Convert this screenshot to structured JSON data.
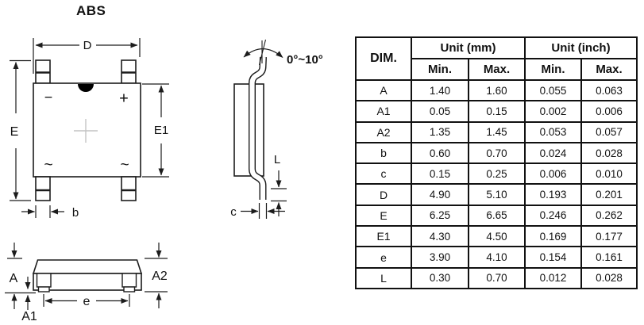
{
  "title": "ABS",
  "colors": {
    "line": "#1c1c1c",
    "center_mark": "#c4c4c4",
    "background": "#ffffff",
    "notch_fill": "#000000"
  },
  "drawing": {
    "top_view": {
      "dim_d": "D",
      "dim_e": "E",
      "dim_e1": "E1",
      "dim_b": "b",
      "minus_mark": "−",
      "plus_mark": "+",
      "ac_mark_left": "~",
      "ac_mark_right": "~"
    },
    "side_view": {
      "lead_angle": "0°~10°",
      "dim_l": "L",
      "dim_c": "c"
    },
    "end_view": {
      "dim_a": "A",
      "dim_a1": "A1",
      "dim_a2": "A2",
      "dim_e_pitch": "e"
    }
  },
  "table": {
    "headers": {
      "dim": "DIM.",
      "unit_mm": "Unit (mm)",
      "unit_inch": "Unit (inch)",
      "min": "Min.",
      "max": "Max."
    },
    "rows": [
      {
        "dim": "A",
        "mm_min": "1.40",
        "mm_max": "1.60",
        "inch_min": "0.055",
        "inch_max": "0.063"
      },
      {
        "dim": "A1",
        "mm_min": "0.05",
        "mm_max": "0.15",
        "inch_min": "0.002",
        "inch_max": "0.006"
      },
      {
        "dim": "A2",
        "mm_min": "1.35",
        "mm_max": "1.45",
        "inch_min": "0.053",
        "inch_max": "0.057"
      },
      {
        "dim": "b",
        "mm_min": "0.60",
        "mm_max": "0.70",
        "inch_min": "0.024",
        "inch_max": "0.028"
      },
      {
        "dim": "c",
        "mm_min": "0.15",
        "mm_max": "0.25",
        "inch_min": "0.006",
        "inch_max": "0.010"
      },
      {
        "dim": "D",
        "mm_min": "4.90",
        "mm_max": "5.10",
        "inch_min": "0.193",
        "inch_max": "0.201"
      },
      {
        "dim": "E",
        "mm_min": "6.25",
        "mm_max": "6.65",
        "inch_min": "0.246",
        "inch_max": "0.262"
      },
      {
        "dim": "E1",
        "mm_min": "4.30",
        "mm_max": "4.50",
        "inch_min": "0.169",
        "inch_max": "0.177"
      },
      {
        "dim": "e",
        "mm_min": "3.90",
        "mm_max": "4.10",
        "inch_min": "0.154",
        "inch_max": "0.161"
      },
      {
        "dim": "L",
        "mm_min": "0.30",
        "mm_max": "0.70",
        "inch_min": "0.012",
        "inch_max": "0.028"
      }
    ]
  }
}
